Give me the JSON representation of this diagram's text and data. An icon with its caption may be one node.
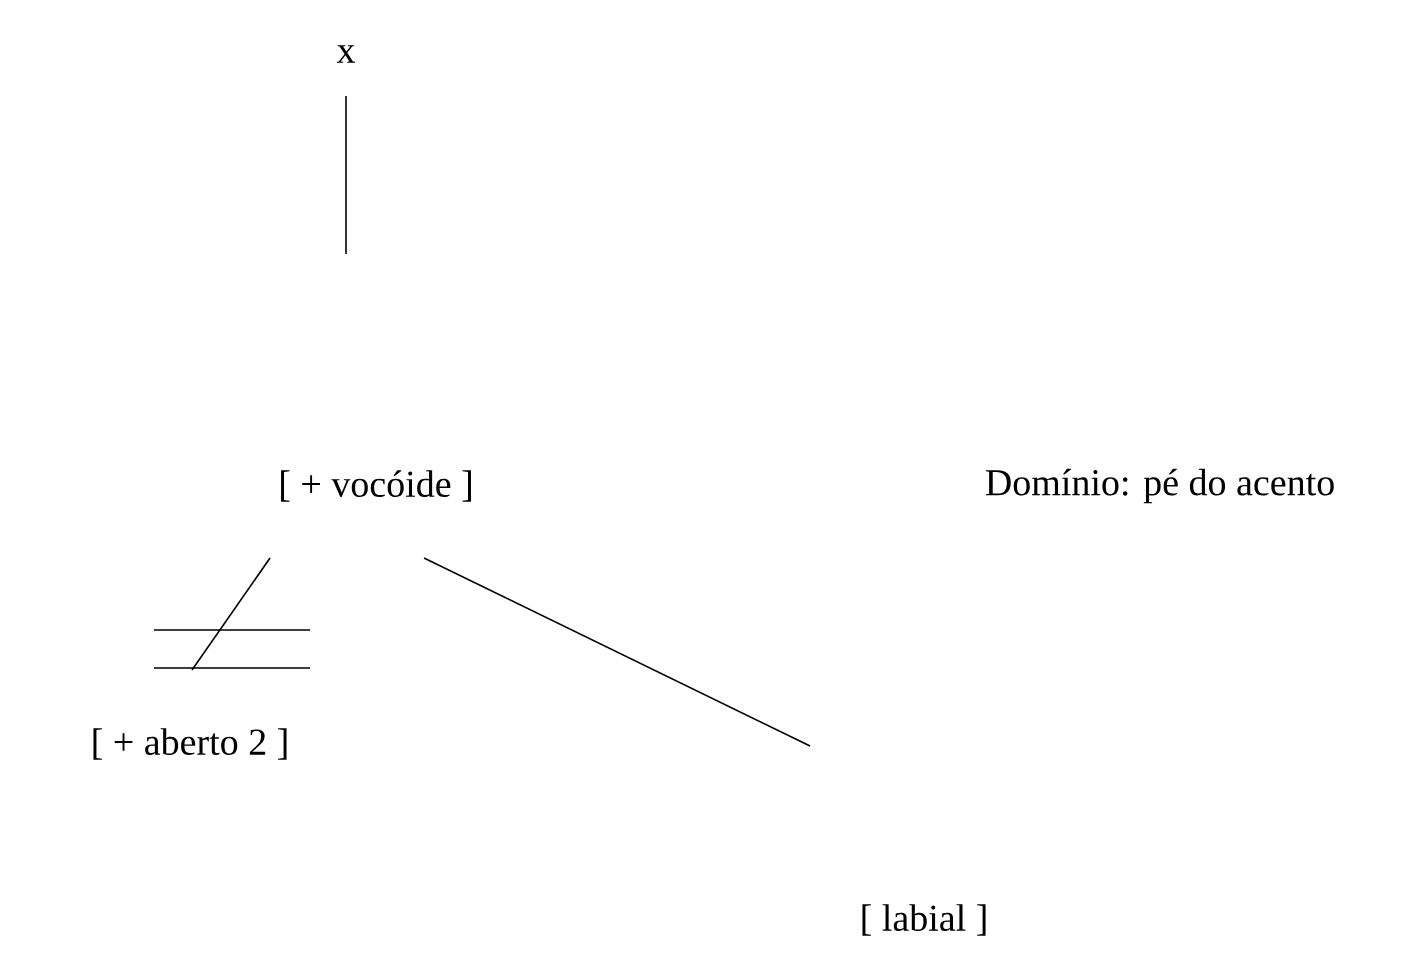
{
  "diagram": {
    "nodes": [
      {
        "text": [
          "x"
        ]
      },
      {
        "text": [
          "[ + vocóide ]"
        ]
      },
      {
        "text": [
          "[ + aberto 2 ]"
        ]
      },
      {
        "text": [
          "[ labial ]"
        ]
      }
    ],
    "edges": [
      {
        "from": 0,
        "to": null,
        "arrow": "none"
      },
      {
        "from": 1,
        "to": 2,
        "arrow": "none"
      },
      {
        "from": 1,
        "to": null,
        "arrow": "none"
      }
    ],
    "labels": [
      "Domínio: pé do acento"
    ]
  }
}
